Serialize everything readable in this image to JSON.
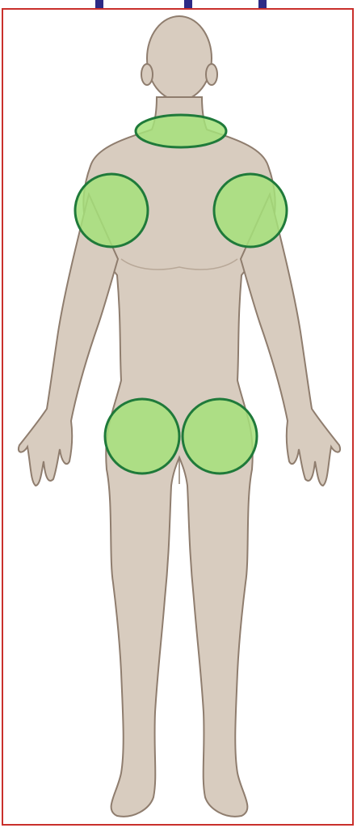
{
  "figure": {
    "kind": "human body front view",
    "colors": {
      "skin": "#d8ccbf",
      "outline": "#8f7d6e",
      "highlight_fill": "#a6e07a",
      "highlight_stroke": "#1f7a3a",
      "frame_border": "#c9302c",
      "top_marks": "#2c2a86"
    },
    "highlighted_regions": [
      "neck",
      "right-shoulder",
      "left-shoulder",
      "right-hip",
      "left-hip"
    ]
  }
}
